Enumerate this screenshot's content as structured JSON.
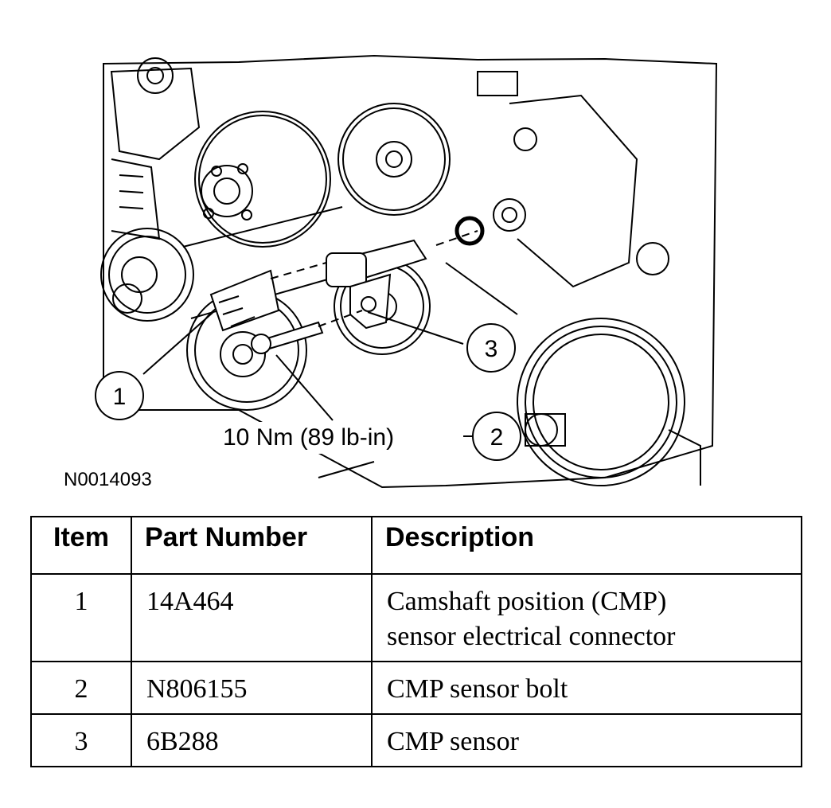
{
  "figure": {
    "id": "N0014093",
    "torque_spec": "10 Nm (89 lb-in)",
    "callouts": [
      "1",
      "2",
      "3"
    ]
  },
  "table": {
    "headers": {
      "item": "Item",
      "part_number": "Part Number",
      "description": "Description"
    },
    "rows": [
      {
        "item": "1",
        "part_number": "14A464",
        "description_lines": [
          "Camshaft position (CMP)",
          "sensor electrical connector"
        ]
      },
      {
        "item": "2",
        "part_number": "N806155",
        "description_lines": [
          "CMP sensor bolt"
        ]
      },
      {
        "item": "3",
        "part_number": "6B288",
        "description_lines": [
          "CMP sensor"
        ]
      }
    ]
  }
}
